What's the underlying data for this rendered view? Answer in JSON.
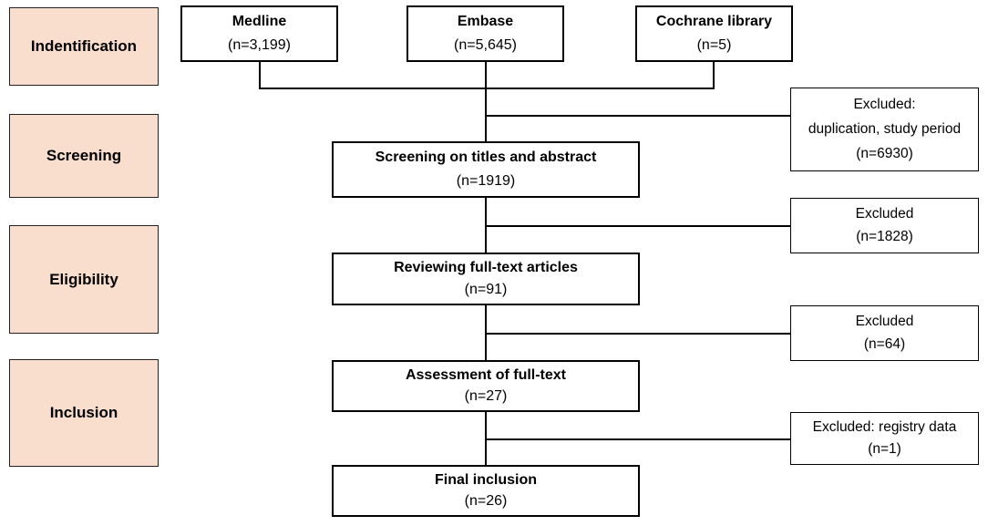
{
  "phases": [
    "Indentification",
    "Screening",
    "Eligibility",
    "Inclusion"
  ],
  "sources": [
    {
      "name": "Medline",
      "count": "(n=3,199)"
    },
    {
      "name": "Embase",
      "count": "(n=5,645)"
    },
    {
      "name": "Cochrane library",
      "count": "(n=5)"
    }
  ],
  "steps": [
    {
      "title": "Screening on titles and abstract",
      "count": "(n=1919)"
    },
    {
      "title": "Reviewing full-text articles",
      "count": "(n=91)"
    },
    {
      "title": "Assessment of full-text",
      "count": "(n=27)"
    },
    {
      "title": "Final inclusion",
      "count": "(n=26)"
    }
  ],
  "exclusions": [
    {
      "line1": "Excluded:",
      "line2": "duplication, study period",
      "line3": "(n=6930)"
    },
    {
      "line1": "Excluded",
      "line2": "(n=1828)"
    },
    {
      "line1": "Excluded",
      "line2": "(n=64)"
    },
    {
      "line1": "Excluded: registry data",
      "line2": "(n=1)"
    }
  ]
}
